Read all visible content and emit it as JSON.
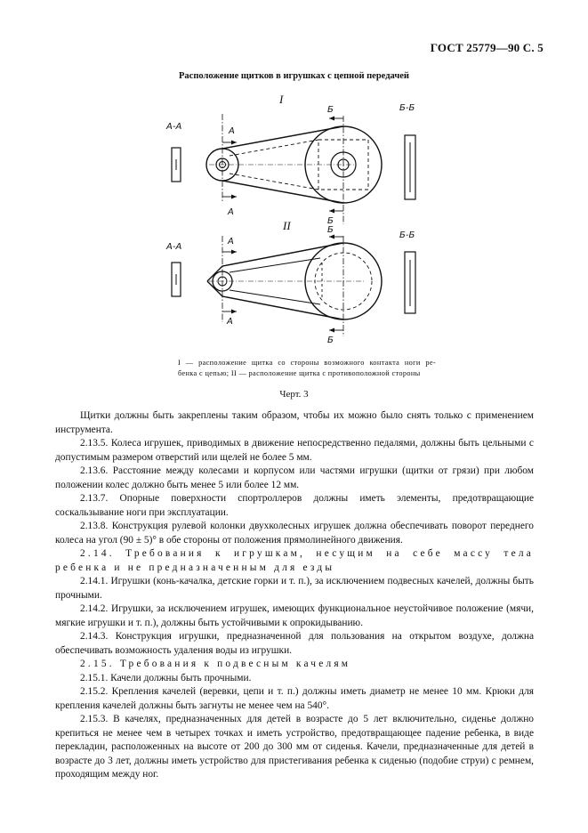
{
  "header": {
    "doc_ref": "ГОСТ 25779—90 С. 5"
  },
  "figure": {
    "title": "Расположение щитков в игрушках с цепной передачей",
    "roman_1": "I",
    "roman_2": "II",
    "section_aa": "А-А",
    "section_bb": "Б-Б",
    "cut_a": "А",
    "cut_b": "Б",
    "caption_line1": "I — расположение щитка со стороны возможного контакта ноги ре-",
    "caption_line2": "бенка с цепью; II — расположение щитка с противоположной стороны",
    "number": "Черт. 3"
  },
  "paragraphs": [
    {
      "text": "Щитки должны быть закреплены таким образом, чтобы их можно было снять только с применением инструмента.",
      "indent": true,
      "spaced": false
    },
    {
      "text": "2.13.5. Колеса игрушек, приводимых в движение непосредственно педалями, должны быть цельными с допустимым размером отверстий или щелей не более 5 мм.",
      "indent": true,
      "spaced": false
    },
    {
      "text": "2.13.6. Расстояние между колесами и корпусом или частями игрушки (щитки от грязи) при любом положении колес должно быть менее 5 или более 12 мм.",
      "indent": true,
      "spaced": false
    },
    {
      "text": "2.13.7. Опорные поверхности спортроллеров должны иметь элементы, предотвращающие соскальзывание ноги при эксплуатации.",
      "indent": true,
      "spaced": false
    },
    {
      "text": "2.13.8. Конструкция рулевой колонки двухколесных игрушек должна обеспечивать поворот переднего колеса на угол (90 ± 5)° в обе стороны от положения прямолинейного движения.",
      "indent": true,
      "spaced": false
    },
    {
      "text": "2.14. Требования к игрушкам, несущим на себе массу тела ребенка и не предназначенным для езды",
      "indent": true,
      "spaced": true
    },
    {
      "text": "2.14.1. Игрушки (конь-качалка, детские горки и т. п.), за исключением подвесных качелей, должны быть прочными.",
      "indent": true,
      "spaced": false
    },
    {
      "text": "2.14.2. Игрушки, за исключением игрушек, имеющих функциональное неустойчивое положение (мячи, мягкие игрушки и т. п.), должны быть устойчивыми к опрокидыванию.",
      "indent": true,
      "spaced": false
    },
    {
      "text": "2.14.3. Конструкция игрушки, предназначенной для пользования на открытом воздухе, должна обеспечивать возможность удаления воды из игрушки.",
      "indent": true,
      "spaced": false
    },
    {
      "text": "2.15. Требования к подвесным качелям",
      "indent": true,
      "spaced": true
    },
    {
      "text": "2.15.1. Качели должны быть прочными.",
      "indent": true,
      "spaced": false
    },
    {
      "text": "2.15.2. Крепления качелей (веревки, цепи и т. п.) должны иметь диаметр не менее 10 мм. Крюки для крепления качелей должны быть загнуты не менее чем на 540°.",
      "indent": true,
      "spaced": false
    },
    {
      "text": "2.15.3. В качелях, предназначенных для детей в возрасте до 5 лет включительно, сиденье должно крепиться не менее чем в четырех точках и иметь устройство, предотвращающее падение ребенка, в виде перекладин, расположенных на высоте от 200 до 300 мм от сиденья. Качели, предназначенные для детей в возрасте до 3 лет, должны иметь устройство для пристегивания ребенка к сиденью (подобие струи) с ремнем, проходящим между ног.",
      "indent": true,
      "spaced": false
    }
  ]
}
